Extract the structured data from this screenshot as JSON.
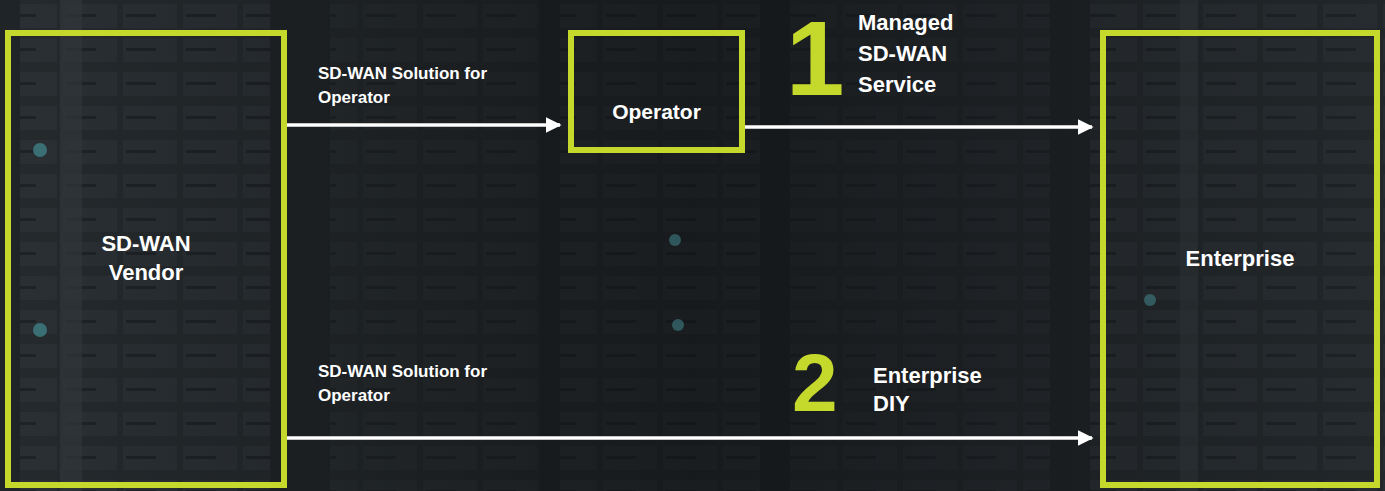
{
  "diagram": {
    "nodes": [
      {
        "text": [
          "SD-WAN Vendor"
        ]
      },
      {
        "text": [
          "Operator"
        ]
      },
      {
        "text": [
          "Enterprise"
        ]
      }
    ],
    "edges": [
      {
        "from": 0,
        "to": 1,
        "arrow": "to",
        "label": "SD-WAN Solution for Operator"
      },
      {
        "from": 1,
        "to": 2,
        "arrow": "to",
        "label": "Managed SD-WAN Service"
      },
      {
        "from": 0,
        "to": 2,
        "arrow": "to",
        "label": "SD-WAN Solution for Operator"
      }
    ],
    "labels": [
      "1",
      "2",
      "Enterprise DIY"
    ]
  }
}
